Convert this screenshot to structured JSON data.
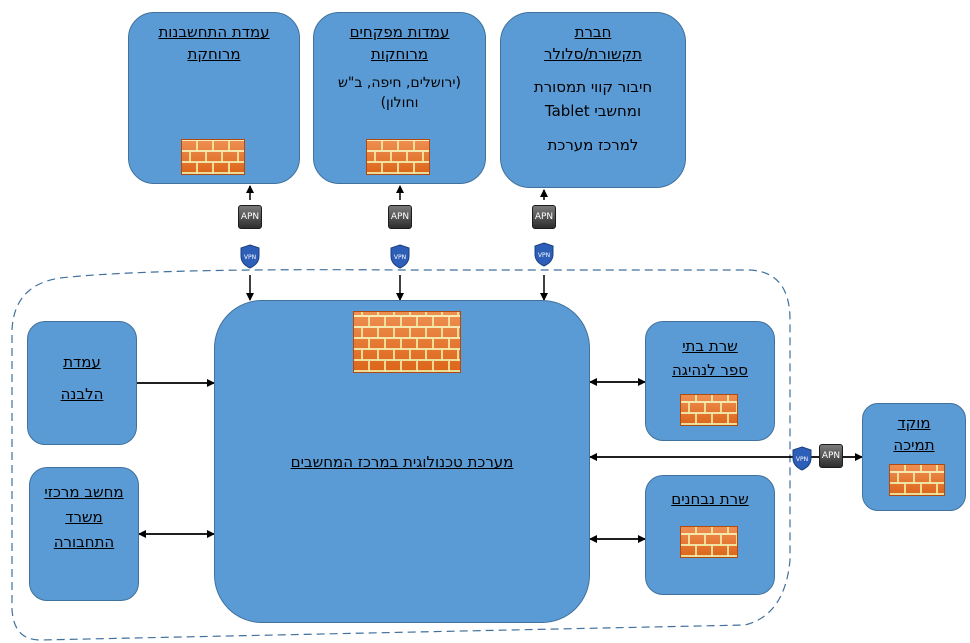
{
  "top_boxes": {
    "remote_calc_station": {
      "title": "עמדת התחשבנות מרוחקת"
    },
    "remote_inspector_stations": {
      "title": "עמדות מפקחים מרוחקות",
      "note": "(ירושלים, חיפה, ב\"ש וחולון)"
    },
    "cellular_company": {
      "title": "חברת תקשורת/סלולר",
      "line1": "חיבור קווי תמסורת ומחשבי Tablet",
      "line2": "למרכז מערכת"
    }
  },
  "left_boxes": {
    "whitening_station": {
      "title": "עמדת הלבנה"
    },
    "ministry_computer": {
      "title": "מחשב מרכזי משרד התחבורה"
    }
  },
  "center": {
    "title": "מערכת טכנולוגית במרכז המחשבים"
  },
  "right_boxes": {
    "driving_schools_server": {
      "title": "שרת בתי ספר לנהיגה"
    },
    "examinees_server": {
      "title": "שרת נבחנים"
    },
    "support_center": {
      "title": "מוקד תמיכה"
    }
  },
  "badges": {
    "apn": "APN",
    "vpn": "VPN"
  },
  "colors": {
    "box_fill": "#5b9bd5",
    "box_border": "#41719c",
    "dashed_boundary": "#41719c",
    "arrow": "#000000"
  }
}
